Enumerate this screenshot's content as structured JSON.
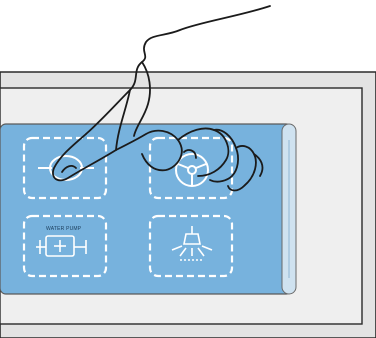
{
  "colors": {
    "frame_outer": "#e3e3e3",
    "frame_inner": "#f0f0f0",
    "panel": "#77b2dd",
    "panel_edge": "#5f9fcd",
    "key_outline": "#ffffff",
    "stroke": "#1b1b1b"
  },
  "keys": [
    {
      "name": "pipe-valve",
      "icon": "pipe-valve-icon",
      "label": ""
    },
    {
      "name": "steering",
      "icon": "steering-wheel-icon",
      "label": ""
    },
    {
      "name": "water-pump",
      "icon": "water-pump-icon",
      "label": "WATER PUMP"
    },
    {
      "name": "spray",
      "icon": "spray-nozzle-icon",
      "label": ""
    }
  ]
}
